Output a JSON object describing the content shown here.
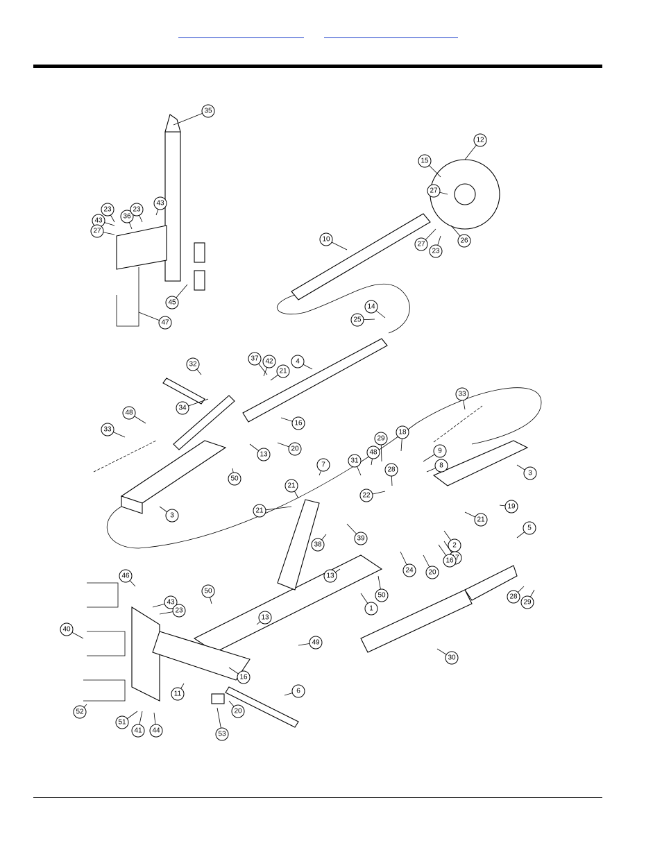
{
  "header": {
    "links": [
      "",
      ""
    ]
  },
  "diagram": {
    "callouts": [
      "35",
      "12",
      "15",
      "27",
      "26",
      "27",
      "23",
      "10",
      "23",
      "43",
      "36",
      "23",
      "43",
      "27",
      "45",
      "47",
      "14",
      "25",
      "4",
      "37",
      "42",
      "21",
      "32",
      "34",
      "16",
      "20",
      "48",
      "33",
      "33",
      "13",
      "50",
      "3",
      "3",
      "7",
      "31",
      "48",
      "29",
      "28",
      "18",
      "9",
      "8",
      "22",
      "21",
      "21",
      "39",
      "38",
      "19",
      "21",
      "5",
      "2",
      "17",
      "16",
      "24",
      "20",
      "13",
      "50",
      "1",
      "28",
      "29",
      "46",
      "43",
      "23",
      "50",
      "13",
      "49",
      "30",
      "40",
      "16",
      "11",
      "6",
      "20",
      "52",
      "51",
      "41",
      "44",
      "53"
    ]
  }
}
